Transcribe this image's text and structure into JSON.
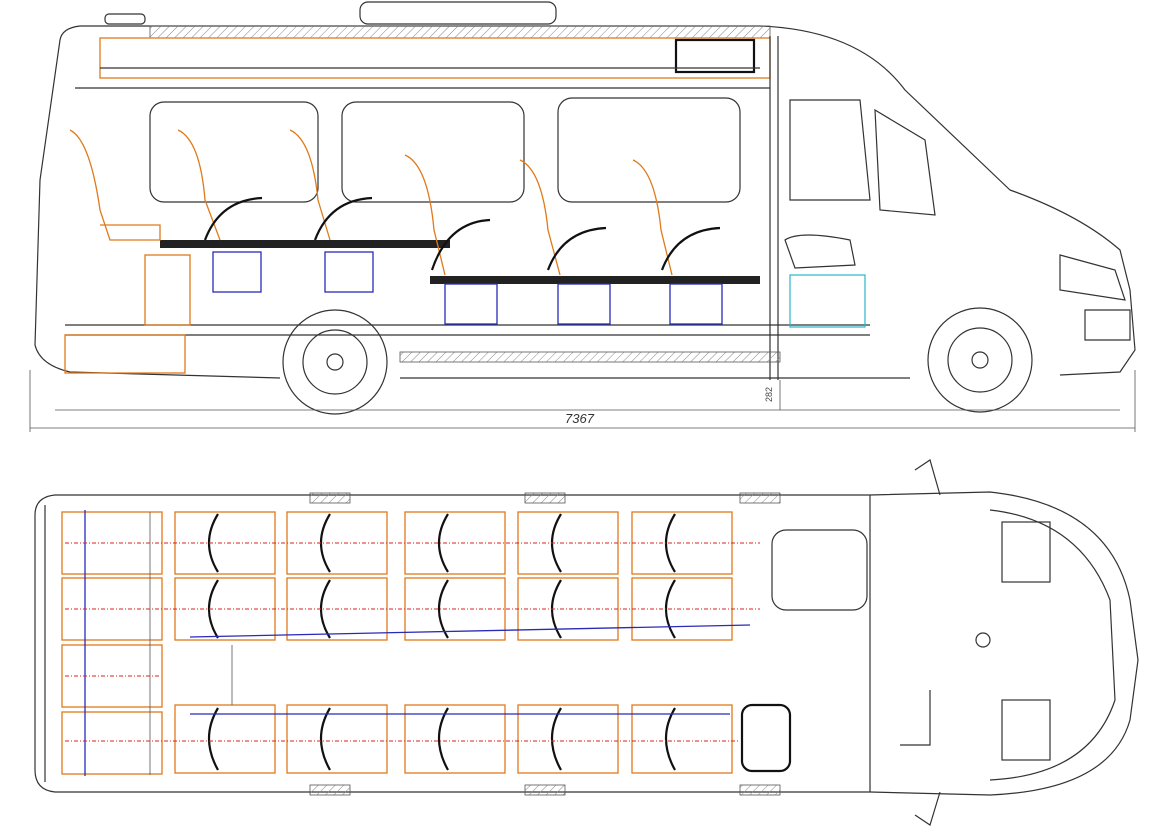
{
  "side_view": {
    "overall_length_label": "7367",
    "ground_clearance_label": "282"
  },
  "colors": {
    "outline": "#333333",
    "passenger_seat": "#e07a1a",
    "seat_mount": "#2a2ab8",
    "driver_base": "#27b7c8",
    "centerline": "#dd2222"
  },
  "icons": {
    "side": "minibus-side-elevation",
    "top": "minibus-plan-view"
  }
}
